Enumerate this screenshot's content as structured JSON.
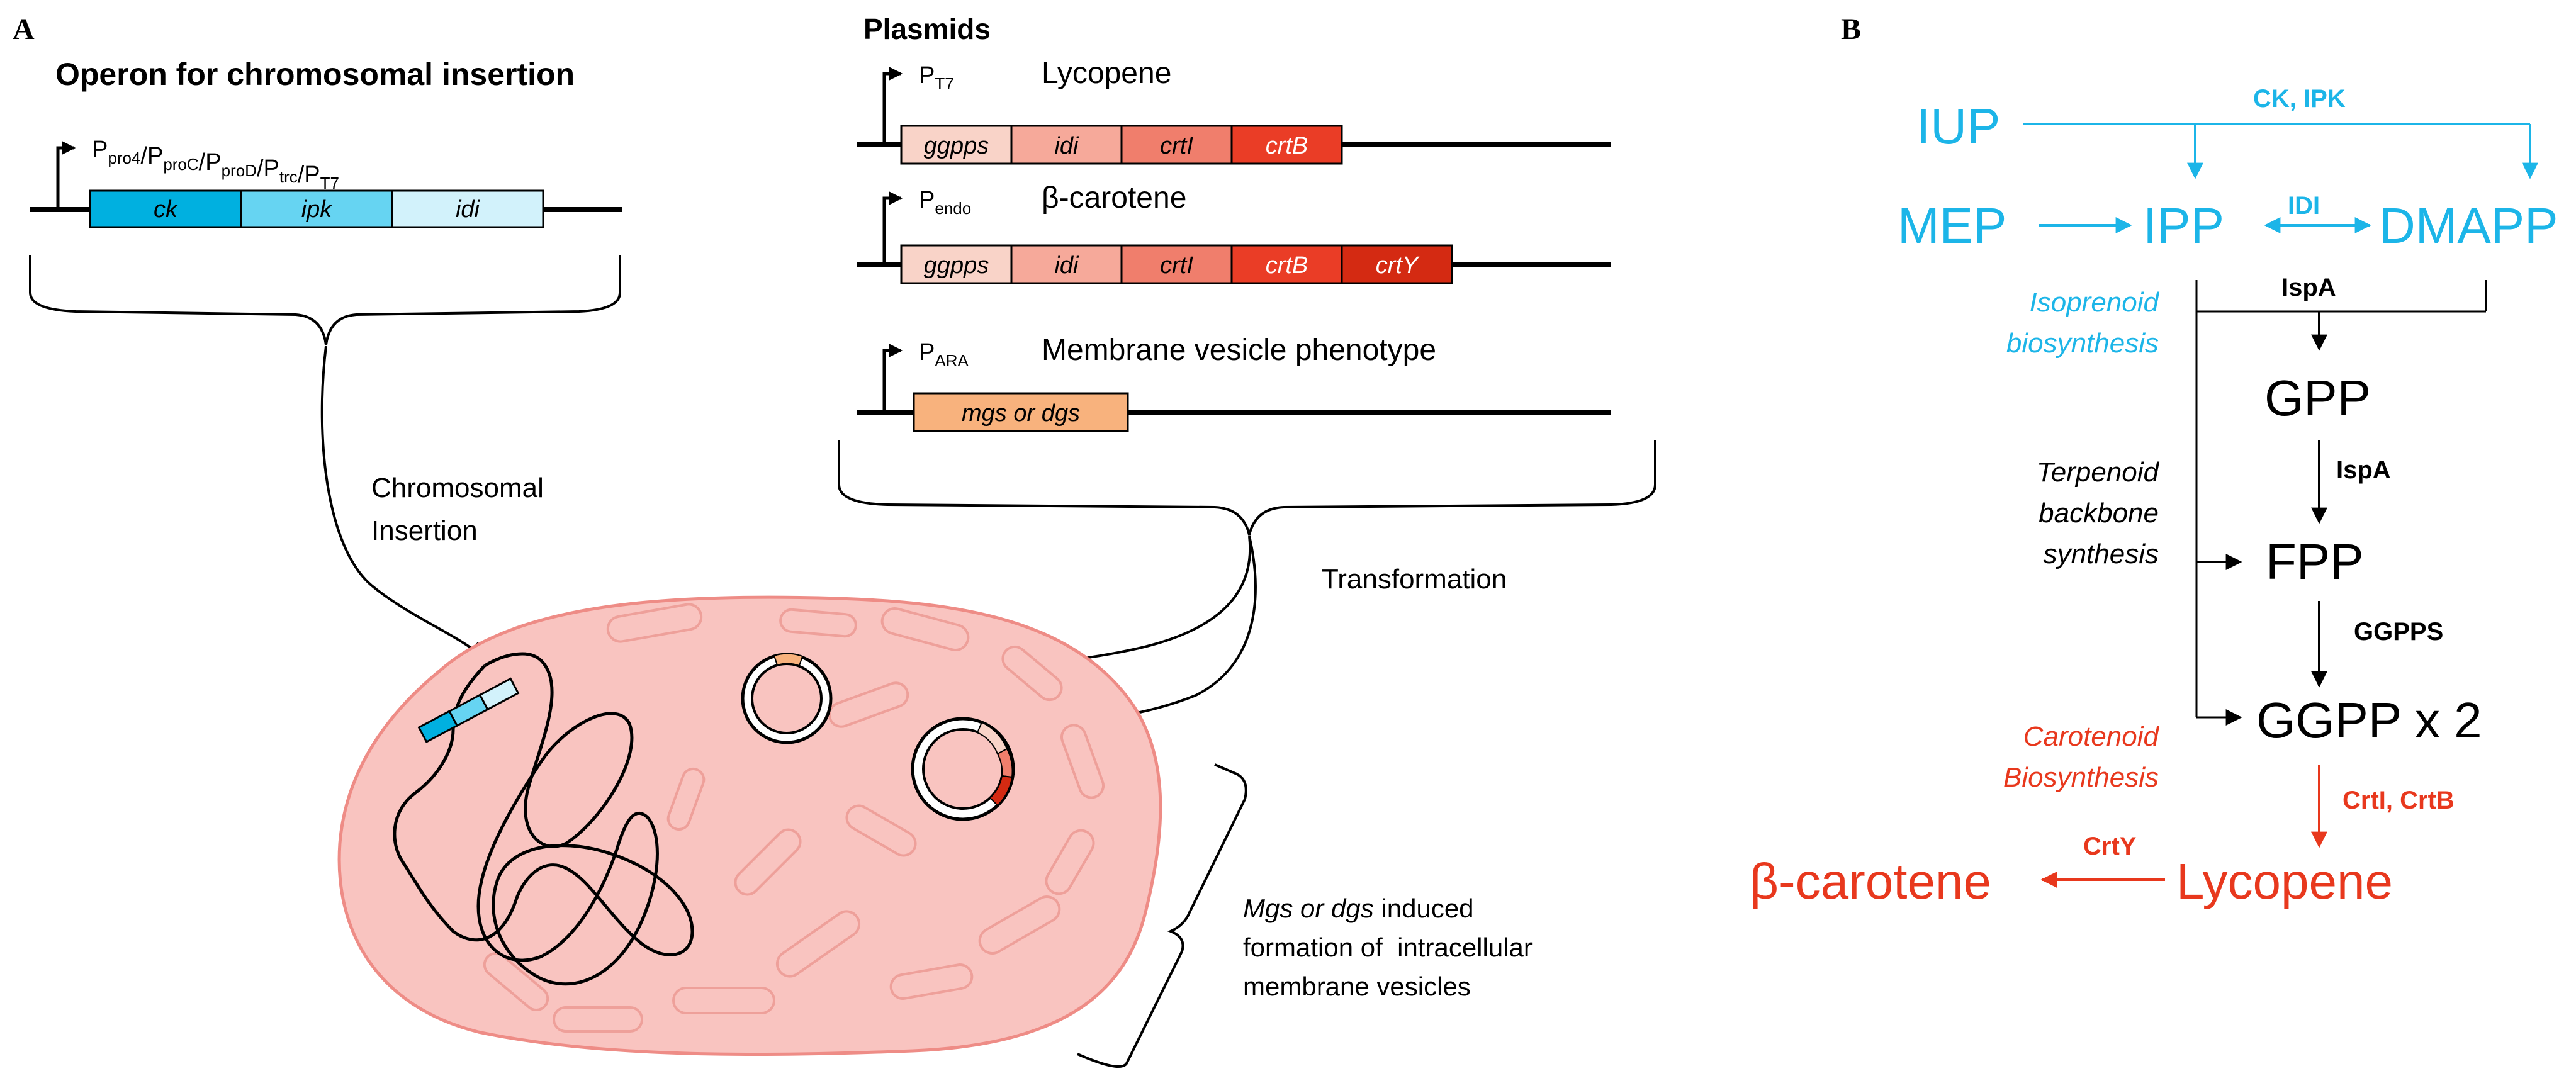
{
  "panel_a": {
    "label": "A",
    "operon_title": "Operon for chromosomal insertion",
    "operon_promoter": {
      "segments": [
        {
          "base": "P",
          "sub": "pro4"
        },
        {
          "base": "/P",
          "sub": "proC"
        },
        {
          "base": "/P",
          "sub": "proD"
        },
        {
          "base": "/P",
          "sub": "trc"
        },
        {
          "base": "/P",
          "sub": "T7"
        }
      ]
    },
    "operon_genes": [
      {
        "label": "ck",
        "color": "#00B0E0"
      },
      {
        "label": "ipk",
        "color": "#66D4F2"
      },
      {
        "label": "idi",
        "color": "#D2F2FB"
      }
    ],
    "plasmids_title": "Plasmids",
    "plasmids": [
      {
        "promoter_base": "P",
        "promoter_sub": "T7",
        "name": "Lycopene",
        "genes": [
          {
            "label": "ggpps",
            "color": "#F9D3C8",
            "text_color": "#000000"
          },
          {
            "label": "idi",
            "color": "#F6A99A",
            "text_color": "#000000"
          },
          {
            "label": "crtI",
            "color": "#F07E6C",
            "text_color": "#000000"
          },
          {
            "label": "crtB",
            "color": "#EA3D26",
            "text_color": "#ffffff"
          }
        ]
      },
      {
        "promoter_base": "P",
        "promoter_sub": "endo",
        "name": "β-carotene",
        "genes": [
          {
            "label": "ggpps",
            "color": "#F9D3C8",
            "text_color": "#000000"
          },
          {
            "label": "idi",
            "color": "#F6A99A",
            "text_color": "#000000"
          },
          {
            "label": "crtI",
            "color": "#F07E6C",
            "text_color": "#000000"
          },
          {
            "label": "crtB",
            "color": "#EA3D26",
            "text_color": "#ffffff"
          },
          {
            "label": "crtY",
            "color": "#D42A12",
            "text_color": "#ffffff"
          }
        ]
      },
      {
        "promoter_base": "P",
        "promoter_sub": "ARA",
        "name": "Membrane vesicle phenotype",
        "genes": [
          {
            "label": "mgs or dgs",
            "color": "#F8B27D",
            "text_color": "#000000"
          }
        ]
      }
    ],
    "chromosomal_insertion_line1": "Chromosomal",
    "chromosomal_insertion_line2": "Insertion",
    "transformation": "Transformation",
    "vesicle_note": {
      "italic_part": "Mgs or dgs",
      "line1_rest": " induced",
      "line2": "formation of  intracellular",
      "line3": "membrane vesicles"
    },
    "colors": {
      "cell_fill": "#F9C4C0",
      "cell_stroke": "#EE8C86",
      "vesicle_stroke": "#EEA09A"
    }
  },
  "panel_b": {
    "label": "B",
    "colors": {
      "blue": "#1CB5E8",
      "red": "#E8381D",
      "black": "#000000"
    },
    "nodes": {
      "iup": "IUP",
      "mep": "MEP",
      "ipp": "IPP",
      "dmapp": "DMAPP",
      "gpp": "GPP",
      "fpp": "FPP",
      "ggpp": "GGPP x 2",
      "lycopene": "Lycopene",
      "beta_carotene": "β-carotene"
    },
    "enzymes": {
      "ck_ipk": "CK, IPK",
      "idi": "IDI",
      "ispa1": "IspA",
      "ispa2": "IspA",
      "ggpps": "GGPPS",
      "crti_crtb": "CrtI, CrtB",
      "crty": "CrtY"
    },
    "pathway_labels": {
      "isoprenoid_line1": "Isoprenoid",
      "isoprenoid_line2": "biosynthesis",
      "terpenoid_line1": "Terpenoid",
      "terpenoid_line2": "backbone",
      "terpenoid_line3": "synthesis",
      "carotenoid_line1": "Carotenoid",
      "carotenoid_line2": "Biosynthesis"
    }
  }
}
